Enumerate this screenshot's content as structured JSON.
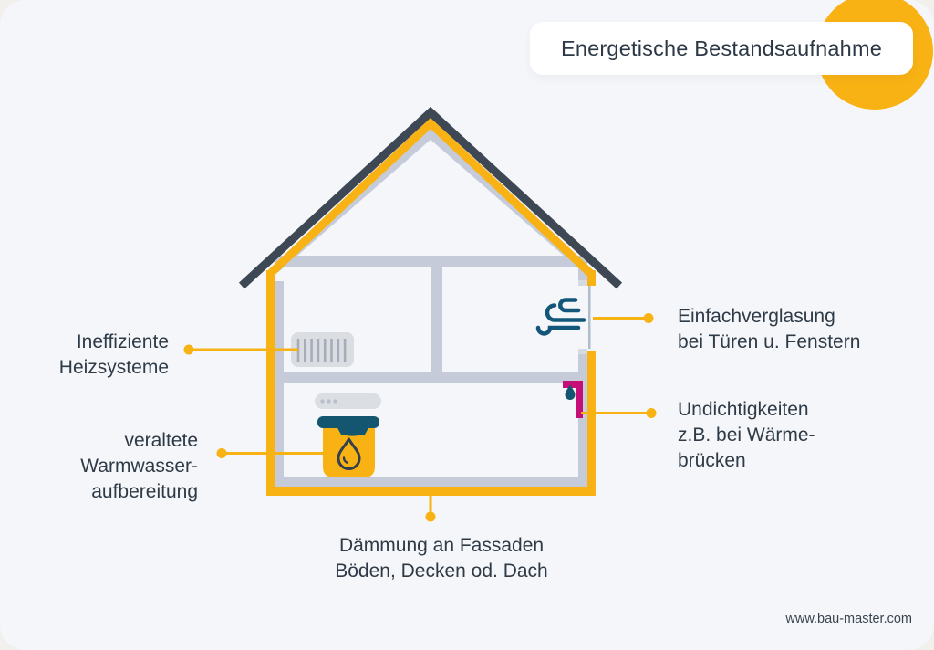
{
  "title": "Energetische Bestandsaufnahme",
  "footer": "www.bau-master.com",
  "labels": {
    "heizsysteme": {
      "lines": [
        "Ineffiziente",
        "Heizsysteme"
      ]
    },
    "warmwasser": {
      "lines": [
        "veraltete",
        "Warmwasser-",
        "aufbereitung"
      ]
    },
    "verglasung": {
      "lines": [
        "Einfachverglasung",
        "bei Türen u. Fenstern"
      ]
    },
    "undichtigkeiten": {
      "lines": [
        "Undichtigkeiten",
        "z.B. bei Wärme-",
        "brücken"
      ]
    },
    "daemmung": {
      "lines": [
        "Dämmung an Fassaden",
        "Böden, Decken od. Dach"
      ]
    }
  },
  "icons": [
    "house-diagram",
    "radiator-icon",
    "wind-draft-icon",
    "boiler-icon",
    "water-drop-icon",
    "leak-pipe-icon",
    "control-unit-icon",
    "yellow-blob"
  ],
  "colors": {
    "accent-yellow": "#F9B214",
    "roof-dark": "#3E4754",
    "wall-gray": "#C5CBD8",
    "light-gray": "#DCDFE4",
    "teal": "#14566F",
    "teal-wind": "#14567A",
    "pink": "#C60F76",
    "text-dark": "#2F3A47",
    "card-bg": "#F4F6F9",
    "page-bg": "#F2F0EC",
    "glass": "#AEBDCA"
  }
}
